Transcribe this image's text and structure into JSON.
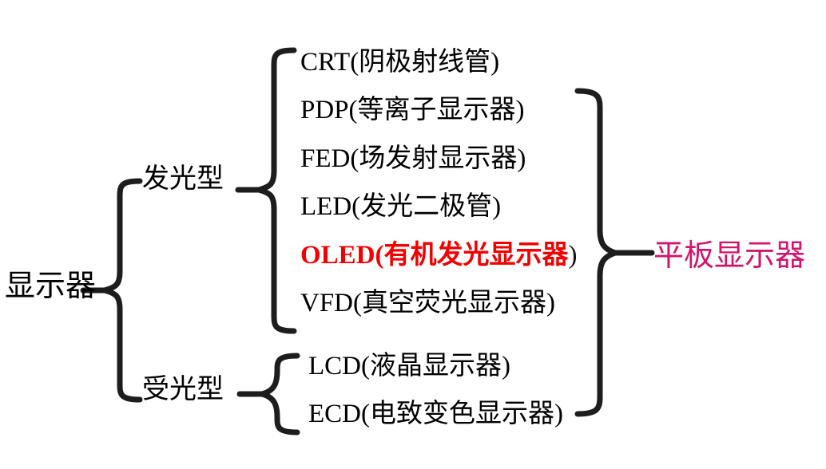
{
  "diagram": {
    "type": "classification-tree",
    "title_text": "显示器",
    "root": {
      "label": "显示器"
    },
    "categories": [
      {
        "id": "emissive",
        "label": "发光型"
      },
      {
        "id": "receptive",
        "label": "受光型"
      }
    ],
    "items": {
      "emissive": [
        {
          "id": "crt",
          "label": "CRT(阴极射线管)",
          "highlight": false
        },
        {
          "id": "pdp",
          "label": "PDP(等离子显示器)",
          "highlight": false
        },
        {
          "id": "fed",
          "label": "FED(场发射显示器)",
          "highlight": false
        },
        {
          "id": "led",
          "label": "LED(发光二极管)",
          "highlight": false
        },
        {
          "id": "oled",
          "label": "OLED(有机发光显示器)",
          "highlight": true,
          "label_main": "OLED(有机发光显示器",
          "label_tail": ")"
        },
        {
          "id": "vfd",
          "label": "VFD(真空荧光显示器)",
          "highlight": false
        }
      ],
      "receptive": [
        {
          "id": "lcd",
          "label": "LCD(液晶显示器)",
          "highlight": false
        },
        {
          "id": "ecd",
          "label": "ECD(电致变色显示器)",
          "highlight": false
        }
      ]
    },
    "summary": {
      "label": "平板显示器"
    },
    "colors": {
      "background": "#ffffff",
      "text": "#000000",
      "brace": "#1d1d1d",
      "highlight": "#f40000",
      "summary": "#d4136b"
    }
  }
}
